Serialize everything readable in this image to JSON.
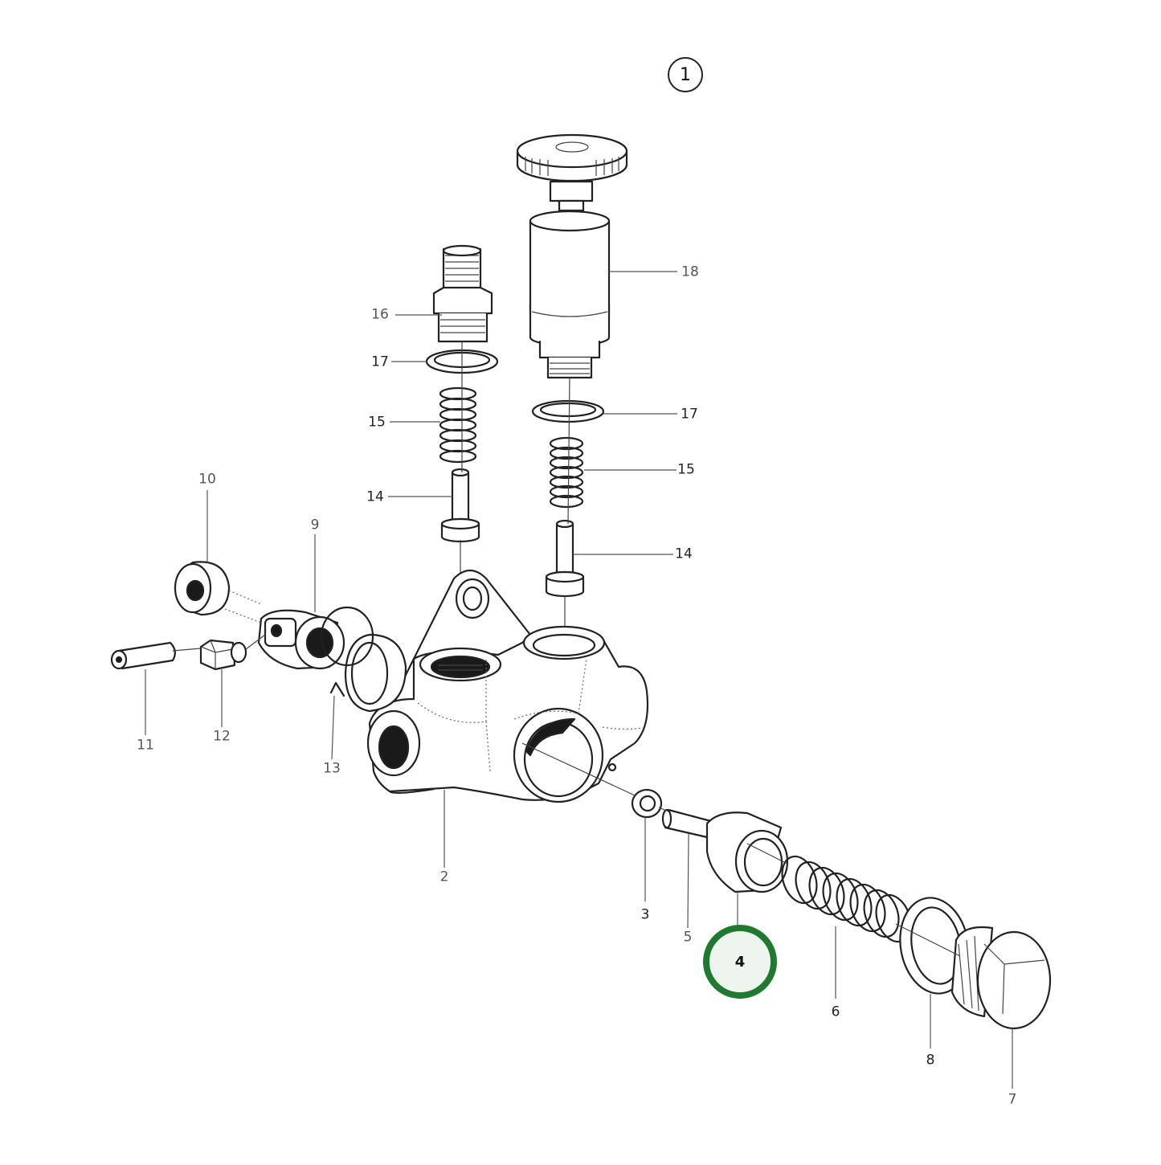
{
  "figure": {
    "number": "1",
    "highlighted_part": "4",
    "highlight_color": "#1e7a2e"
  },
  "callouts": {
    "p1": "1",
    "p2": "2",
    "p3": "3",
    "p4": "4",
    "p5": "5",
    "p6": "6",
    "p7": "7",
    "p8": "8",
    "p9": "9",
    "p10": "10",
    "p11": "11",
    "p12": "12",
    "p13": "13",
    "p14_left": "14",
    "p14_right": "14",
    "p15_left": "15",
    "p15_right": "15",
    "p16": "16",
    "p17_left": "17",
    "p17_right": "17",
    "p18": "18"
  },
  "parts": [
    {
      "id": "2",
      "name": "pump-body"
    },
    {
      "id": "3",
      "name": "seal-ring-small"
    },
    {
      "id": "4",
      "name": "valve-sleeve"
    },
    {
      "id": "5",
      "name": "valve-pin"
    },
    {
      "id": "6",
      "name": "compression-spring"
    },
    {
      "id": "7",
      "name": "screw-plug"
    },
    {
      "id": "8",
      "name": "sealing-washer"
    },
    {
      "id": "9",
      "name": "banjo-fitting"
    },
    {
      "id": "10",
      "name": "cap-nut"
    },
    {
      "id": "11",
      "name": "filter-pin"
    },
    {
      "id": "12",
      "name": "strainer-block"
    },
    {
      "id": "13",
      "name": "retaining-clip"
    },
    {
      "id": "14",
      "name": "valve-plunger"
    },
    {
      "id": "15",
      "name": "valve-spring"
    },
    {
      "id": "16",
      "name": "union-fitting"
    },
    {
      "id": "17",
      "name": "sealing-ring"
    },
    {
      "id": "18",
      "name": "hand-primer-pump"
    }
  ]
}
